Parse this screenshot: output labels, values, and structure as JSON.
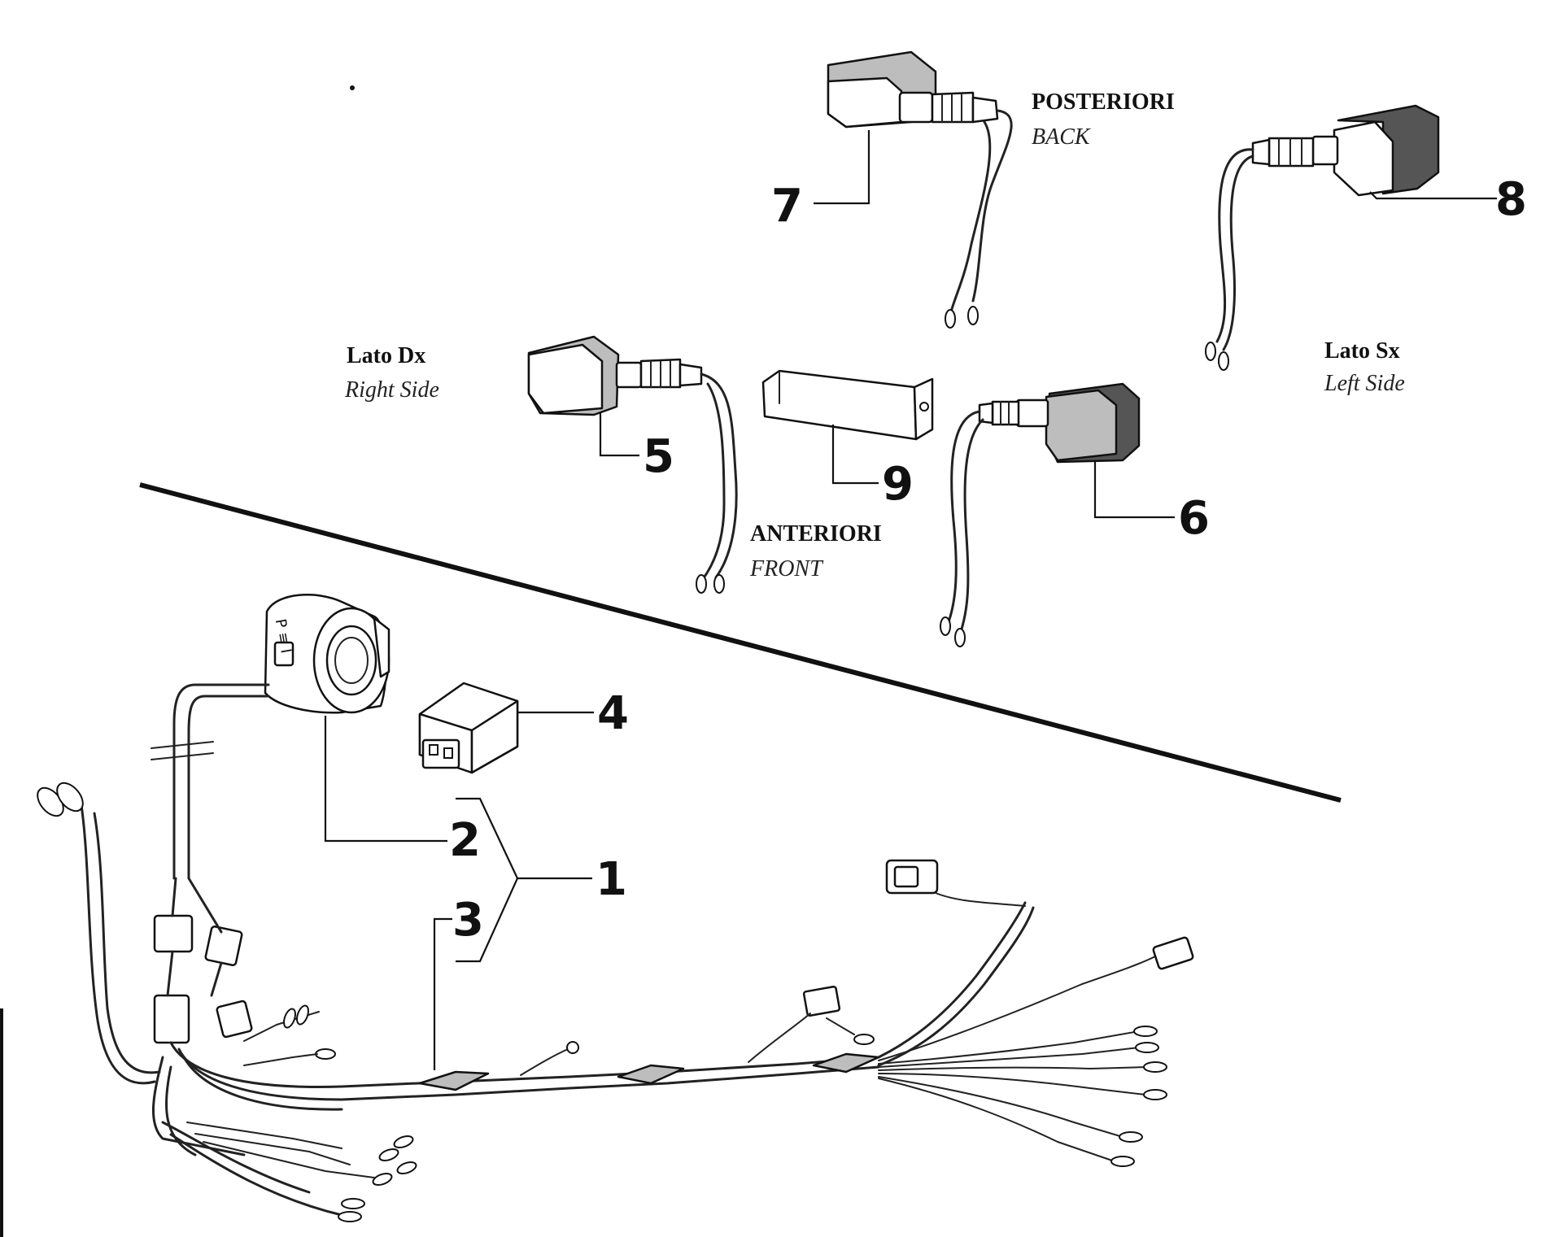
{
  "labels": {
    "posteriori": "POSTERIORI",
    "back": "BACK",
    "lato_dx": "Lato Dx",
    "right_side": "Right Side",
    "lato_sx": "Lato Sx",
    "left_side": "Left Side",
    "anteriori": "ANTERIORI",
    "front": "FRONT"
  },
  "callouts": {
    "n1": "1",
    "n2": "2",
    "n3": "3",
    "n4": "4",
    "n5": "5",
    "n6": "6",
    "n7": "7",
    "n8": "8",
    "n9": "9"
  }
}
